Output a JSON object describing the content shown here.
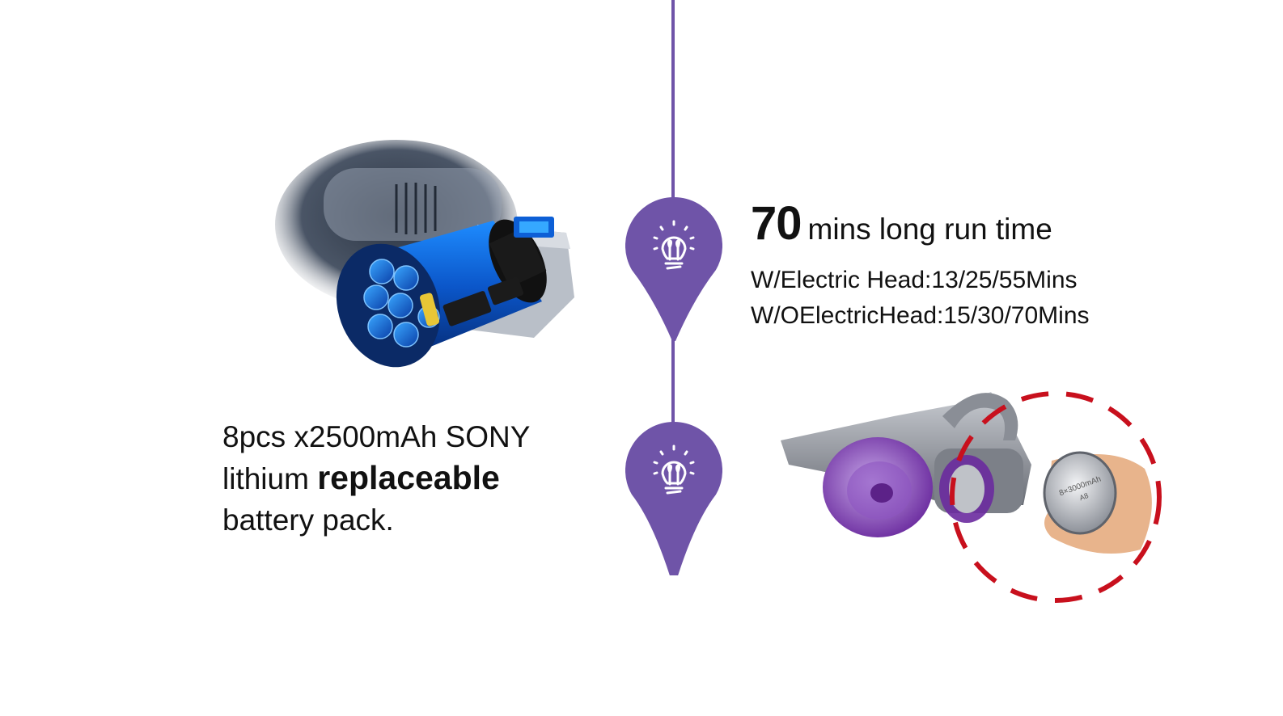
{
  "colors": {
    "accent": "#6f54a8",
    "dashed_circle": "#c8101d",
    "text": "#111111"
  },
  "runtime": {
    "value": "70",
    "unit_text": "mins long run time"
  },
  "specs": {
    "with_electric_head": "W/Electric Head:13/25/55Mins",
    "without_electric_head": "W/OElectricHead:15/30/70Mins"
  },
  "battery": {
    "line1": "8pcs x2500mAh SONY",
    "line2_prefix": "lithium ",
    "line2_bold": "replaceable",
    "line3": "battery pack."
  },
  "battery_label_print": "8×3000mAh",
  "battery_label_sub": "A8",
  "icons": {
    "pin_icon": "lightbulb-icon",
    "pin_shape": "location-pin-icon"
  }
}
